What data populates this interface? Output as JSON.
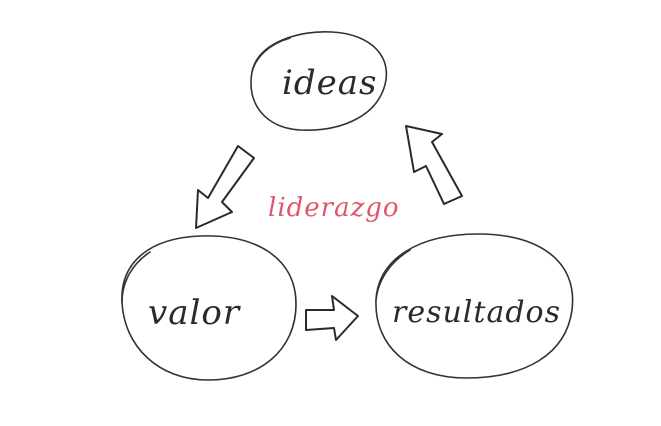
{
  "nodes": {
    "top": "ideas",
    "left": "valor",
    "right": "resultados"
  },
  "center": {
    "label": "liderazgo",
    "color": "#e0566f"
  },
  "colors": {
    "ink": "#333333",
    "background": "#ffffff"
  },
  "arrows": [
    "ideas-to-valor",
    "valor-to-resultados",
    "resultados-to-ideas"
  ]
}
